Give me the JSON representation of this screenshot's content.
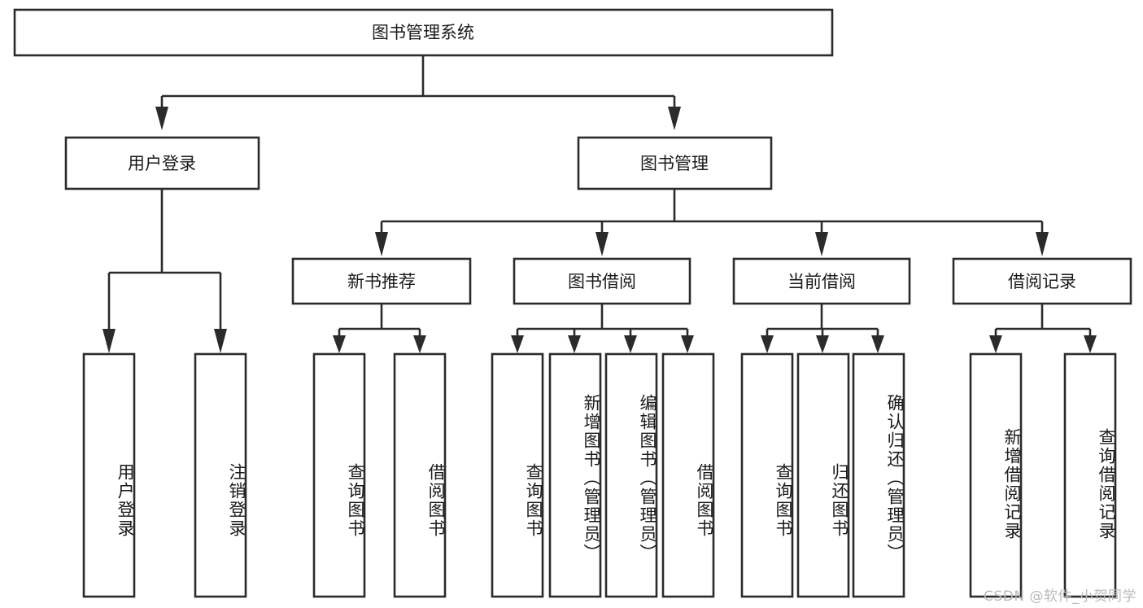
{
  "diagram": {
    "type": "hierarchy-tree",
    "title": "图书管理系统",
    "orientation": "top-down",
    "levels": 4,
    "colors": {
      "box_border": "#2b2b2b",
      "box_fill": "#ffffff",
      "line": "#2b2b2b",
      "text": "#1a1a1a",
      "background": "#ffffff",
      "watermark": "#b9b9b9"
    }
  },
  "root": {
    "label": "图书管理系统"
  },
  "level2": [
    {
      "label": "用户登录"
    },
    {
      "label": "图书管理"
    }
  ],
  "level3": [
    {
      "label": "新书推荐"
    },
    {
      "label": "图书借阅"
    },
    {
      "label": "当前借阅"
    },
    {
      "label": "借阅记录"
    }
  ],
  "leaves": {
    "user_login": [
      {
        "label": "用户登录"
      },
      {
        "label": "注销登录"
      }
    ],
    "new_book_recommend": [
      {
        "label": "查询图书"
      },
      {
        "label": "借阅图书"
      }
    ],
    "book_borrow": [
      {
        "label": "查询图书"
      },
      {
        "label": "新增图书（管理员）"
      },
      {
        "label": "编辑图书（管理员）"
      },
      {
        "label": "借阅图书"
      }
    ],
    "current_borrow": [
      {
        "label": "查询图书"
      },
      {
        "label": "归还图书"
      },
      {
        "label": "确认归还（管理员）"
      }
    ],
    "borrow_record": [
      {
        "label": "新增借阅记录"
      },
      {
        "label": "查询借阅记录"
      }
    ]
  },
  "watermark": {
    "text": "CSDN @软件_小贺同学"
  }
}
